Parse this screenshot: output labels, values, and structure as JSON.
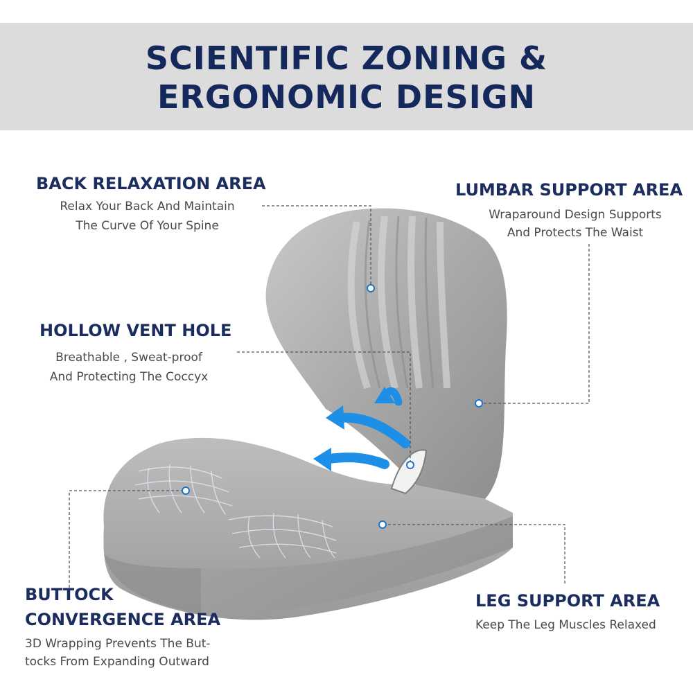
{
  "banner": {
    "title_line1": "SCIENTIFIC ZONING &",
    "title_line2": "ERGONOMIC DESIGN",
    "background": "#dcdcdc",
    "title_color": "#14285c"
  },
  "callouts": {
    "back": {
      "heading": "BACK RELAXATION AREA",
      "line1": "Relax Your Back And Maintain",
      "line2": "The Curve Of Your Spine"
    },
    "lumbar": {
      "heading": "LUMBAR SUPPORT AREA",
      "line1": "Wraparound Design Supports",
      "line2": "And Protects The Waist"
    },
    "vent": {
      "heading": "HOLLOW VENT HOLE",
      "line1": "Breathable , Sweat-proof",
      "line2": "And Protecting The Coccyx"
    },
    "buttock": {
      "heading_line1": "BUTTOCK",
      "heading_line2": "CONVERGENCE AREA",
      "line1": "3D Wrapping Prevents The But-",
      "line2": "tocks From Expanding Outward"
    },
    "leg": {
      "heading": "LEG SUPPORT AREA",
      "line1": "Keep The Leg Muscles Relaxed"
    }
  },
  "colors": {
    "heading": "#1b2d5e",
    "marker": "#1f73c9",
    "arrow": "#1e8fe6",
    "cushion": "#a3a3a3"
  },
  "icons": [
    "airflow-arrow-icon",
    "marker-dot-icon"
  ]
}
